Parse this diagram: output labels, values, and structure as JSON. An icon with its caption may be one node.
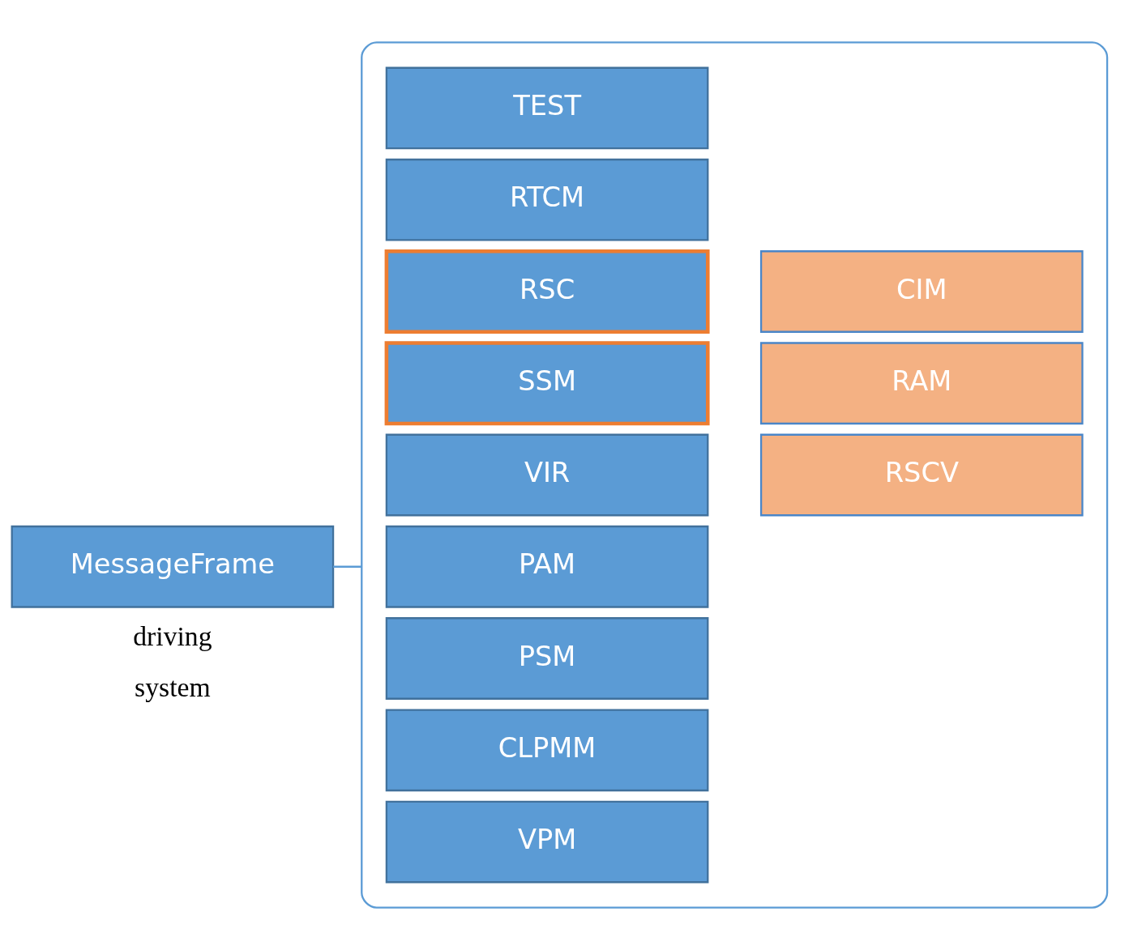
{
  "diagram": {
    "nodes": [
      {
        "text": [
          "MessageFrame"
        ]
      },
      {
        "text": [],
        "shape": "box"
      },
      {
        "text": [
          "TEST"
        ],
        "in": 1
      },
      {
        "text": [
          "RTCM"
        ],
        "in": 1
      },
      {
        "text": [
          "RSC"
        ],
        "in": 1
      },
      {
        "text": [
          "SSM"
        ],
        "in": 1
      },
      {
        "text": [
          "VIR"
        ],
        "in": 1
      },
      {
        "text": [
          "PAM"
        ],
        "in": 1
      },
      {
        "text": [
          "PSM"
        ],
        "in": 1
      },
      {
        "text": [
          "CLPMM"
        ],
        "in": 1
      },
      {
        "text": [
          "VPM"
        ],
        "in": 1
      },
      {
        "text": [
          "CIM"
        ],
        "in": 1
      },
      {
        "text": [
          "RAM"
        ],
        "in": 1
      },
      {
        "text": [
          "RSCV"
        ],
        "in": 1
      }
    ],
    "edges": [
      {
        "from": 0,
        "to": 1,
        "arrow": "none"
      }
    ],
    "labels": [
      "driving",
      "system"
    ]
  }
}
